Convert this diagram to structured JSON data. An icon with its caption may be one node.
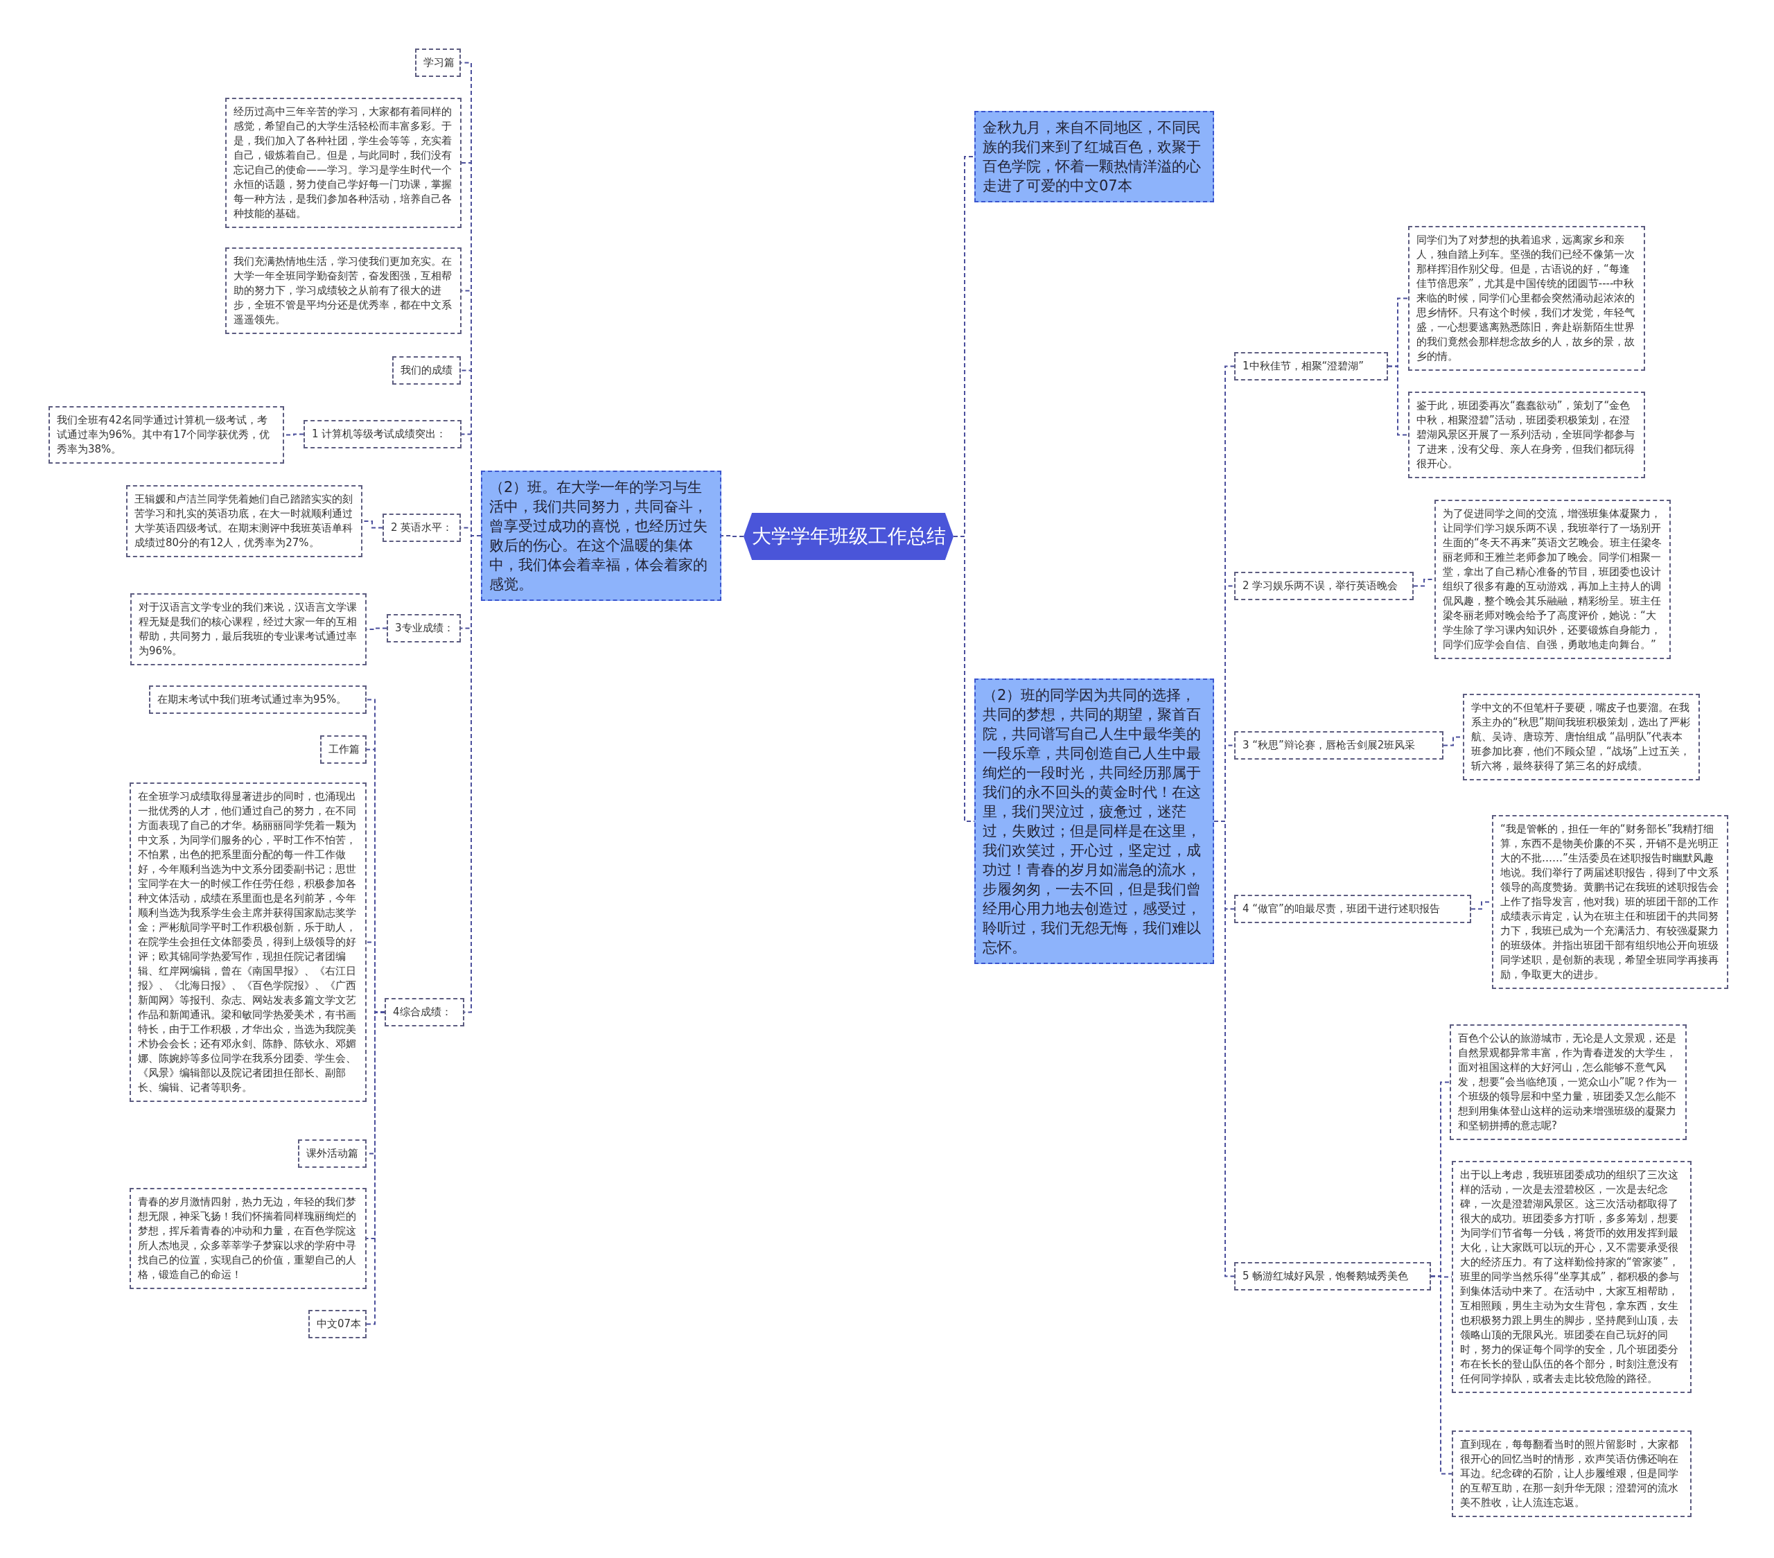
{
  "diagram": {
    "nodes": [
      {
        "text": [
          "大学学年班级工作总结"
        ]
      },
      {
        "text": [
          "（2）班。在大学一年的学习与生活中，我们共同努力，共同奋斗，曾享受过成功的喜悦，也经历过失败后的伤心。在这个温暖的集体中，我们体会着幸福，体会着家的感觉。"
        ]
      },
      {
        "text": [
          "金秋九月，来自不同地区，不同民族的我们来到了红城百色，欢聚于百色学院，怀着一颗热情洋溢的心走进了可爱的中文07本"
        ]
      },
      {
        "text": [
          "（2）班的同学因为共同的选择，共同的梦想，共同的期望，聚首百院，共同谱写自己人生中最华美的一段乐章，共同创造自己人生中最绚烂的一段时光，共同经历那属于我们的永不回头的黄金时代！在这里，我们哭泣过，疲惫过，迷茫过，失败过；但是同样是在这里，我们欢笑过，开心过，坚定过，成功过！青春的岁月如湍急的流水，步履匆匆，一去不回，但是我们曾经用心用力地去创造过，感受过，聆听过，我们无怨无悔，我们难以忘怀。"
        ]
      },
      {
        "text": [
          "学习篇"
        ]
      },
      {
        "text": [
          "经历过高中三年辛苦的学习，大家都有着同样的感觉，希望自己的大学生活轻松而丰富多彩。于是，我们加入了各种社团，学生会等等，充实着自己，锻炼着自己。但是，与此同时，我们没有忘记自己的使命——学习。学习是学生时代一个永恒的话题，努力使自己学好每一门功课，掌握每一种方法，是我们参加各种活动，培养自己各种技能的基础。"
        ]
      },
      {
        "text": [
          "我们充满热情地生活，学习使我们更加充实。在大学一年全班同学勤奋刻苦，奋发图强，互相帮助的努力下，学习成绩较之从前有了很大的进步，全班不管是平均分还是优秀率，都在中文系遥遥领先。"
        ]
      },
      {
        "text": [
          "我们的成绩"
        ]
      },
      {
        "text": [
          "1 计算机等级考试成绩突出："
        ]
      },
      {
        "text": [
          "我们全班有42名同学通过计算机一级考试，考试通过率为96%。其中有17个同学获优秀，优秀率为38%。"
        ]
      },
      {
        "text": [
          "2 英语水平："
        ]
      },
      {
        "text": [
          "王辑媛和卢洁兰同学凭着她们自己踏踏实实的刻苦学习和扎实的英语功底，在大一时就顺利通过大学英语四级考试。在期末测评中我班英语单科成绩过80分的有12人，优秀率为27%。"
        ]
      },
      {
        "text": [
          "3专业成绩："
        ]
      },
      {
        "text": [
          "对于汉语言文学专业的我们来说，汉语言文学课程无疑是我们的核心课程，经过大家一年的互相帮助，共同努力，最后我班的专业课考试通过率为96%。"
        ]
      },
      {
        "text": [
          "4综合成绩："
        ]
      },
      {
        "text": [
          "在期末考试中我们班考试通过率为95%。"
        ]
      },
      {
        "text": [
          "工作篇"
        ]
      },
      {
        "text": [
          "在全班学习成绩取得显著进步的同时，也涌现出一批优秀的人才，他们通过自己的努力，在不同方面表现了自己的才华。杨丽丽同学凭着一颗为中文系，为同学们服务的心，平时工作不怕苦，不怕累，出色的把系里面分配的每一件工作做好，今年顺利当选为中文系分团委副书记；思世宝同学在大一的时候工作任劳任怨，积极参加各种文体活动，成绩在系里面也是名列前茅，今年顺利当选为我系学生会主席并获得国家励志奖学金；严彬航同学平时工作积极创新，乐于助人，在院学生会担任文体部委员，得到上级领导的好评；欧其锦同学热爱写作，现担任院记者团编辑、红岸网编辑，曾在《南国早报》、《右江日报》、《北海日报》、《百色学院报》、《广西新闻网》等报刊、杂志、网站发表多篇文学文艺作品和新闻通讯。梁和敏同学热爱美术，有书画特长，由于工作积极，才华出众，当选为我院美术协会会长；还有邓永剑、陈静、陈钦永、邓媚娜、陈婉婷等多位同学在我系分团委、学生会、《风景》编辑部以及院记者团担任部长、副部长、编辑、记者等职务。"
        ]
      },
      {
        "text": [
          "课外活动篇"
        ]
      },
      {
        "text": [
          "青春的岁月激情四射，热力无边，年轻的我们梦想无限，神采飞扬！我们怀揣着同样瑰丽绚烂的梦想，挥斥着青春的冲动和力量，在百色学院这所人杰地灵，众多莘莘学子梦寐以求的学府中寻找自己的位置，实现自己的价值，重塑自己的人格，锻造自己的命运！"
        ]
      },
      {
        "text": [
          "中文07本"
        ]
      },
      {
        "text": [
          "1中秋佳节，相聚“澄碧湖”"
        ]
      },
      {
        "text": [
          "同学们为了对梦想的执着追求，远离家乡和亲人，独自踏上列车。坚强的我们已经不像第一次那样挥泪作别父母。但是，古语说的好，“每逢佳节倍思亲”，尤其是中国传统的团圆节----中秋来临的时候，同学们心里都会突然涌动起浓浓的思乡情怀。只有这个时候，我们才发觉，年轻气盛，一心想要逃离熟悉陈旧，奔赴崭新陌生世界的我们竟然会那样想念故乡的人，故乡的景，故乡的情。"
        ]
      },
      {
        "text": [
          "鉴于此，班团委再次“蠢蠢欲动”，策划了“金色中秋，相聚澄碧”活动，班团委积极策划，在澄碧湖风景区开展了一系列活动，全班同学都参与了进来，没有父母、亲人在身旁，但我们都玩得很开心。"
        ]
      },
      {
        "text": [
          "2 学习娱乐两不误，举行英语晚会"
        ]
      },
      {
        "text": [
          "为了促进同学之间的交流，增强班集体凝聚力，让同学们学习娱乐两不误，我班举行了一场别开生面的“冬天不再来”英语文艺晚会。班主任梁冬丽老师和王雅兰老师参加了晚会。同学们相聚一堂，拿出了自己精心准备的节目，班团委也设计组织了很多有趣的互动游戏，再加上主持人的调侃风趣，整个晚会其乐融融，精彩纷呈。班主任梁冬丽老师对晚会给予了高度评价，她说：“大学生除了学习课内知识外，还要锻炼自身能力，同学们应学会自信、自强，勇敢地走向舞台。”"
        ]
      },
      {
        "text": [
          "3 “秋思”辩论赛，唇枪舌剑展2班风采"
        ]
      },
      {
        "text": [
          "学中文的不但笔杆子要硬，嘴皮子也要溜。在我系主办的“秋思”期间我班积极策划，选出了严彬航、吴诗、唐琼芳、唐怡组成 “晶明队”代表本班参加比赛，他们不顾众望，“战场”上过五关，斩六将，最终获得了第三名的好成绩。"
        ]
      },
      {
        "text": [
          "4 “做官”的咱最尽责，班团干进行述职报告"
        ]
      },
      {
        "text": [
          "“我是管帐的，担任一年的“财务部长”我精打细算，东西不是物美价廉的不买，开销不是光明正大的不批……”生活委员在述职报告时幽默风趣地说。我们举行了两届述职报告，得到了中文系领导的高度赞扬。黄鹏书记在我班的述职报告会上作了指导发言，他对我）班的班团干部的工作成绩表示肯定，认为在班主任和班团干的共同努力下，我班已成为一个充满活力、有较强凝聚力的班级体。并指出班团干部有组织地公开向班级同学述职，是创新的表现，希望全班同学再接再励，争取更大的进步。"
        ]
      },
      {
        "text": [
          "5 畅游红城好风景，饱餐鹅城秀美色"
        ]
      },
      {
        "text": [
          "百色个公认的旅游城市，无论是人文景观，还是自然景观都异常丰富，作为青春迸发的大学生，面对祖国这样的大好河山，怎么能够不意气风发，想要“会当临绝顶，一览众山小”呢？作为一个班级的领导层和中坚力量，班团委又怎么能不想到用集体登山这样的运动来增强班级的凝聚力和坚韧拼搏的意志呢?"
        ]
      },
      {
        "text": [
          "出于以上考虑，我班班团委成功的组织了三次这样的活动，一次是去澄碧校区，一次是去纪念碑，一次是澄碧湖风景区。这三次活动都取得了很大的成功。班团委多方打听，多多筹划，想要为同学们节省每一分钱，将货币的效用发挥到最大化，让大家既可以玩的开心，又不需要承受很大的经济压力。有了这样勤俭持家的“管家婆”，班里的同学当然乐得“坐享其成”，都积极的参与到集体活动中来了。在活动中，大家互相帮助，互相照顾，男生主动为女生背包，拿东西，女生也积极努力跟上男生的脚步，坚持爬到山顶，去领略山顶的无限风光。班团委在自己玩好的同时，努力的保证每个同学的安全，几个班团委分布在长长的登山队伍的各个部分，时刻注意没有任何同学掉队，或者去走比较危险的路径。"
        ]
      },
      {
        "text": [
          "直到现在，每每翻看当时的照片留影时，大家都很开心的回忆当时的情形，欢声笑语仿佛还响在耳边。纪念碑的石阶，让人步履维艰，但是同学的互帮互助，在那一刻升华无限；澄碧河的流水美不胜收，让人流连忘返。"
        ]
      }
    ],
    "edges": [
      {
        "from": 0,
        "to": 1,
        "arrow": "none"
      },
      {
        "from": 0,
        "to": 2,
        "arrow": "none"
      },
      {
        "from": 0,
        "to": 3,
        "arrow": "none"
      },
      {
        "from": 1,
        "to": 4,
        "arrow": "none"
      },
      {
        "from": 1,
        "to": 5,
        "arrow": "none"
      },
      {
        "from": 1,
        "to": 6,
        "arrow": "none"
      },
      {
        "from": 1,
        "to": 7,
        "arrow": "none"
      },
      {
        "from": 1,
        "to": 8,
        "arrow": "none"
      },
      {
        "from": 1,
        "to": 10,
        "arrow": "none"
      },
      {
        "from": 1,
        "to": 12,
        "arrow": "none"
      },
      {
        "from": 1,
        "to": 14,
        "arrow": "none"
      },
      {
        "from": 8,
        "to": 9,
        "arrow": "none"
      },
      {
        "from": 10,
        "to": 11,
        "arrow": "none"
      },
      {
        "from": 12,
        "to": 13,
        "arrow": "none"
      },
      {
        "from": 14,
        "to": 15,
        "arrow": "none"
      },
      {
        "from": 14,
        "to": 16,
        "arrow": "none"
      },
      {
        "from": 14,
        "to": 17,
        "arrow": "none"
      },
      {
        "from": 14,
        "to": 18,
        "arrow": "none"
      },
      {
        "from": 14,
        "to": 19,
        "arrow": "none"
      },
      {
        "from": 14,
        "to": 20,
        "arrow": "none"
      },
      {
        "from": 3,
        "to": 21,
        "arrow": "none"
      },
      {
        "from": 3,
        "to": 24,
        "arrow": "none"
      },
      {
        "from": 3,
        "to": 26,
        "arrow": "none"
      },
      {
        "from": 3,
        "to": 28,
        "arrow": "none"
      },
      {
        "from": 3,
        "to": 30,
        "arrow": "none"
      },
      {
        "from": 21,
        "to": 22,
        "arrow": "none"
      },
      {
        "from": 21,
        "to": 23,
        "arrow": "none"
      },
      {
        "from": 24,
        "to": 25,
        "arrow": "none"
      },
      {
        "from": 26,
        "to": 27,
        "arrow": "none"
      },
      {
        "from": 28,
        "to": 29,
        "arrow": "none"
      },
      {
        "from": 30,
        "to": 31,
        "arrow": "none"
      },
      {
        "from": 30,
        "to": 32,
        "arrow": "none"
      },
      {
        "from": 30,
        "to": 33,
        "arrow": "none"
      }
    ]
  }
}
